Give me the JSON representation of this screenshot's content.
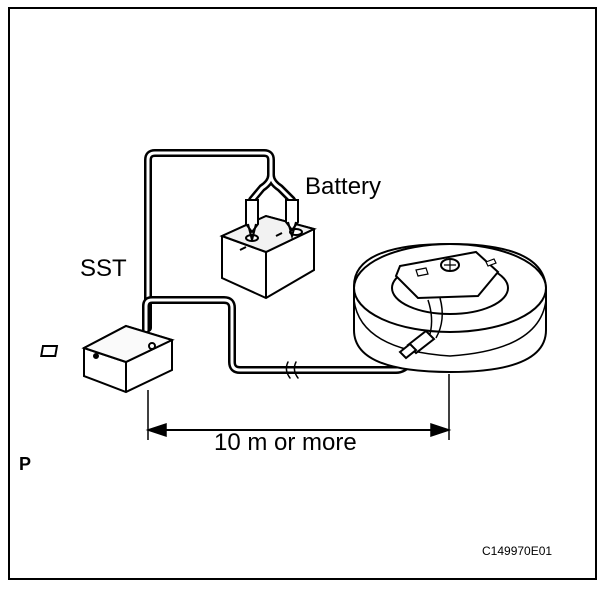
{
  "labels": {
    "battery": "Battery",
    "sst": "SST",
    "distance": "10 m or more",
    "section": "P",
    "figure_code": "C149970E01"
  }
}
